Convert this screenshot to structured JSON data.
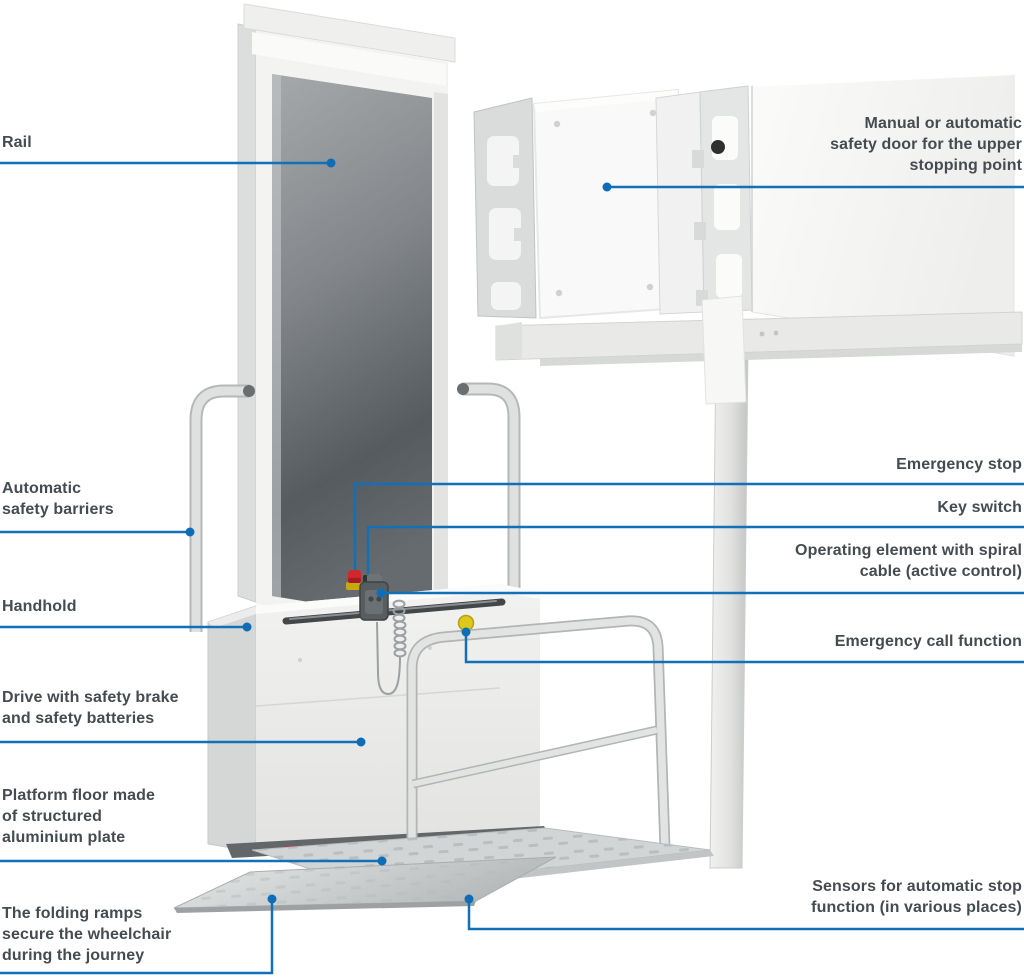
{
  "page": {
    "background": "#ffffff",
    "description": "Technical callout diagram of a vertical wheelchair platform lift"
  },
  "colors": {
    "callout_line": "#1170b8",
    "callout_dot": "#0e6db6",
    "label_text": "#454c51",
    "machine_white": "#f2f2f0",
    "mast_panel_grey": "#6a6f73",
    "emergency_stop_red": "#d2262c",
    "emergency_call_yellow": "#ddc91c"
  },
  "illustration": {
    "name": "vertical-platform-lift",
    "parts": [
      "rail-mast",
      "upper-stopping-point-door",
      "door-hinge-brackets",
      "support-post",
      "support-beam",
      "safety-barrier-arms",
      "handhold-bar",
      "platform-cabinet",
      "emergency-stop-button",
      "key-switch",
      "control-pendant",
      "spiral-cable",
      "emergency-call-button",
      "platform-railing",
      "platform-floor",
      "folding-ramp"
    ]
  },
  "labels": {
    "rail": "Rail",
    "safety_barriers": "Automatic\nsafety barriers",
    "handhold": "Handhold",
    "drive": "Drive with safety brake\nand safety batteries",
    "platform_floor": "Platform floor made\nof structured\naluminium plate",
    "folding_ramps": "The folding ramps\nsecure the wheelchair\nduring the journey",
    "upper_door": "Manual or automatic\nsafety door for the upper\nstopping point",
    "emergency_stop": "Emergency stop",
    "key_switch": "Key switch",
    "operating_element": "Operating element with spiral\ncable (active control)",
    "emergency_call": "Emergency call function",
    "sensors": "Sensors for automatic stop\nfunction (in various places)"
  }
}
